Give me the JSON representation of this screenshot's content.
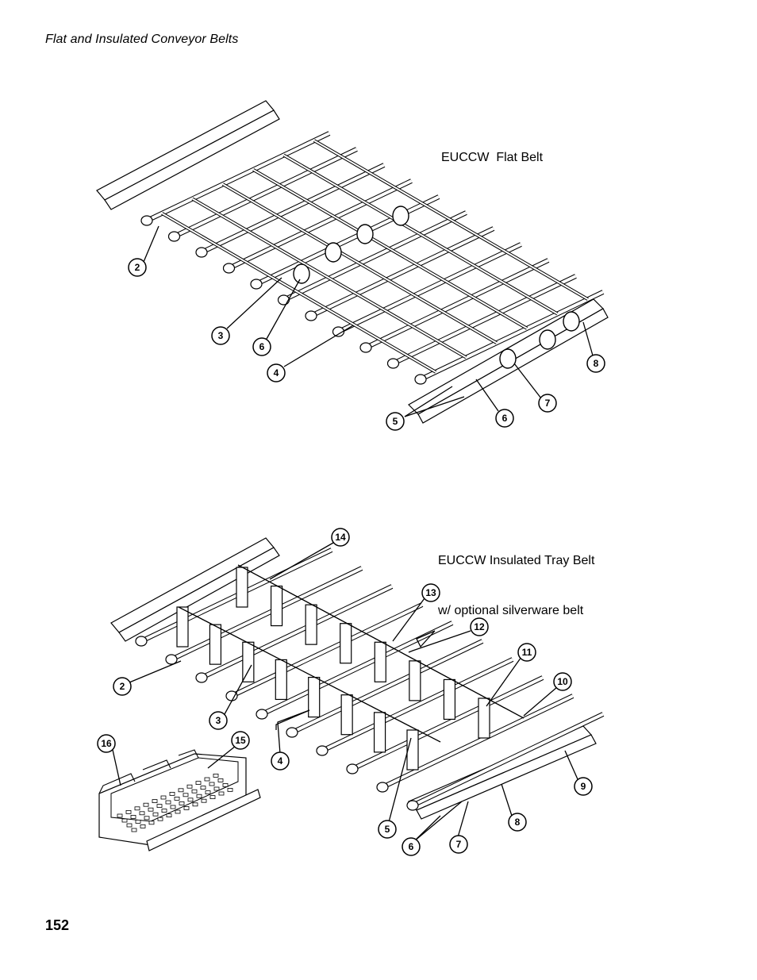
{
  "header": {
    "text": "Flat and Insulated Conveyor Belts"
  },
  "figures": {
    "flat": {
      "title": "EUCCW  Flat Belt",
      "callouts": [
        "2",
        "3",
        "6",
        "4",
        "8",
        "7",
        "5",
        "6"
      ]
    },
    "insulated": {
      "title_line1": "EUCCW Insulated Tray Belt",
      "title_line2": "w/ optional silverware belt",
      "callouts": [
        "14",
        "13",
        "12",
        "11",
        "10",
        "2",
        "3",
        "4",
        "16",
        "15",
        "5",
        "6",
        "7",
        "8",
        "9"
      ]
    }
  },
  "footer": {
    "page_number": "152"
  }
}
